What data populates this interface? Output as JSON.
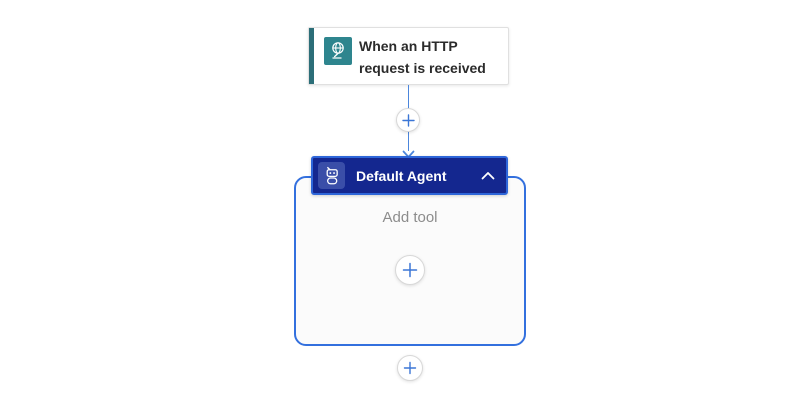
{
  "canvas": {
    "background": "#ffffff"
  },
  "trigger_card": {
    "title": "When an HTTP request is received",
    "icon": "http-request-globe-icon",
    "icon_bg": "#2E858E",
    "stripe_color": "#2C6E78",
    "border_color": "#E0E0E0",
    "text_color": "#2B2B2B"
  },
  "connector": {
    "line_color": "#4C86DC",
    "arrow_icon": "arrow-down-icon",
    "insert_button_icon": "plus-icon",
    "plus_color": "#3B76D6"
  },
  "agent_card": {
    "title": "Default Agent",
    "icon": "agent-bot-icon",
    "collapse_icon": "chevron-up-icon",
    "header_bg": "#14278F",
    "icon_tile_bg": "#3A4EA8",
    "selection_border": "#2E66D9",
    "container_border": "#3370DE",
    "container_bg": "#FBFBFB",
    "placeholder": "Add tool",
    "add_tool_button_icon": "plus-icon"
  },
  "footer": {
    "add_step_button_icon": "plus-icon"
  }
}
